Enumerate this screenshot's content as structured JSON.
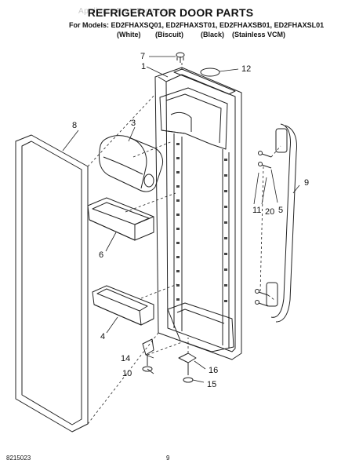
{
  "header": {
    "title": "REFRIGERATOR DOOR PARTS",
    "models_line": "For Models: ED2FHAXSQ01, ED2FHAXST01, ED2FHAXSB01, ED2FHAXSL01",
    "finishes": [
      "(White)",
      "(Biscuit)",
      "(Black)",
      "(Stainless VCM)"
    ]
  },
  "watermark": "AppliancePartsPros.com",
  "callouts": [
    "1",
    "3",
    "4",
    "5",
    "6",
    "7",
    "8",
    "9",
    "10",
    "11",
    "12",
    "14",
    "15",
    "16",
    "20"
  ],
  "footer": {
    "part_number": "8215023",
    "page_number": "9"
  }
}
